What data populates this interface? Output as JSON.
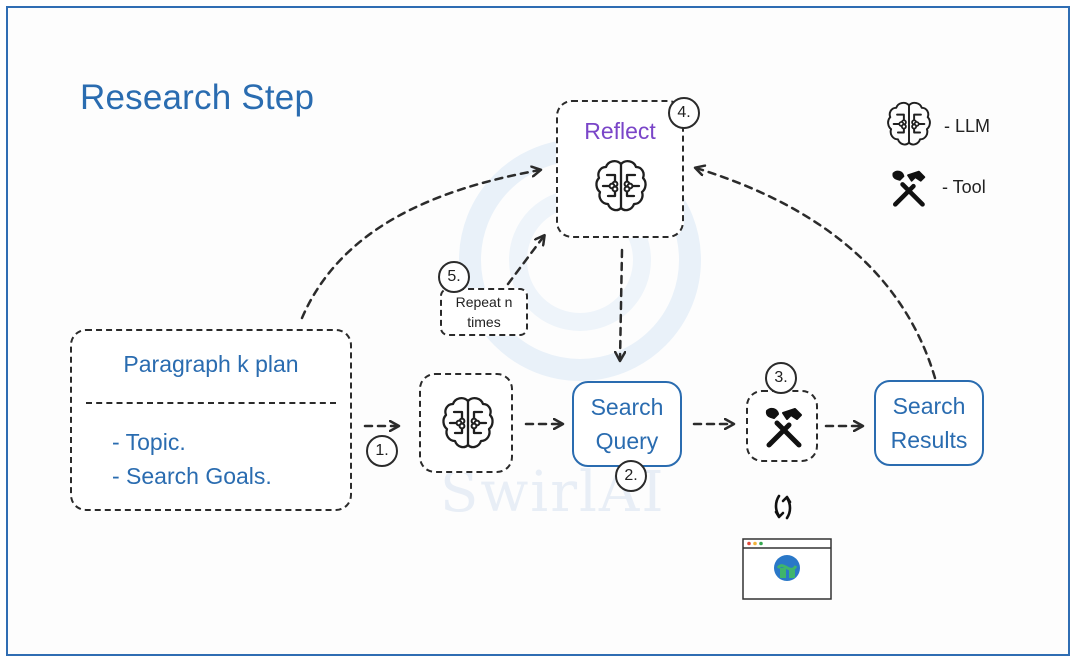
{
  "title": "Research Step",
  "plan_box": {
    "title": "Paragraph k plan",
    "items": [
      "- Topic.",
      "- Search Goals."
    ]
  },
  "reflect_box": {
    "label": "Reflect",
    "step": "4."
  },
  "repeat_box": {
    "text_line1": "Repeat n",
    "text_line2": "times",
    "step": "5."
  },
  "search_query": {
    "line1": "Search",
    "line2": "Query",
    "step": "2."
  },
  "tool_box": {
    "step": "3."
  },
  "search_results": {
    "line1": "Search",
    "line2": "Results"
  },
  "step1": "1.",
  "legend": {
    "llm": "- LLM",
    "tool": "- Tool"
  },
  "watermark": "SwirlAI",
  "icons": {
    "llm": "brain-icon",
    "tool": "hammer-wrench-icon",
    "browser": "browser-globe-icon",
    "refresh": "refresh-arrows-icon"
  },
  "colors": {
    "accent_blue": "#2a6cb0",
    "reflect_purple": "#7a45c8",
    "frame_blue": "#2f6db3"
  }
}
